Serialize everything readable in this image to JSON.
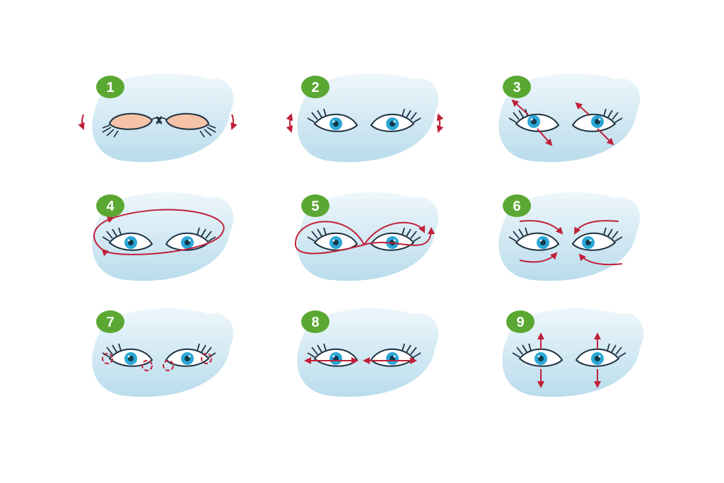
{
  "colors": {
    "blob_light": "#eef7fb",
    "blob_dark": "#b9dcec",
    "badge": "#5aa832",
    "badge_text": "#ffffff",
    "arrow": "#c0203a",
    "iris": "#2aa7d6",
    "pupil": "#123a4c",
    "lid": "#f6c3a8",
    "line": "#1d3140"
  },
  "steps": [
    {
      "number": "1",
      "exercise": "closed-eyes-squeeze"
    },
    {
      "number": "2",
      "exercise": "blink"
    },
    {
      "number": "3",
      "exercise": "diagonal-look"
    },
    {
      "number": "4",
      "exercise": "circle-rotation"
    },
    {
      "number": "5",
      "exercise": "figure-eight"
    },
    {
      "number": "6",
      "exercise": "look-to-nose"
    },
    {
      "number": "7",
      "exercise": "corner-massage"
    },
    {
      "number": "8",
      "exercise": "horizontal-look"
    },
    {
      "number": "9",
      "exercise": "vertical-look"
    }
  ]
}
